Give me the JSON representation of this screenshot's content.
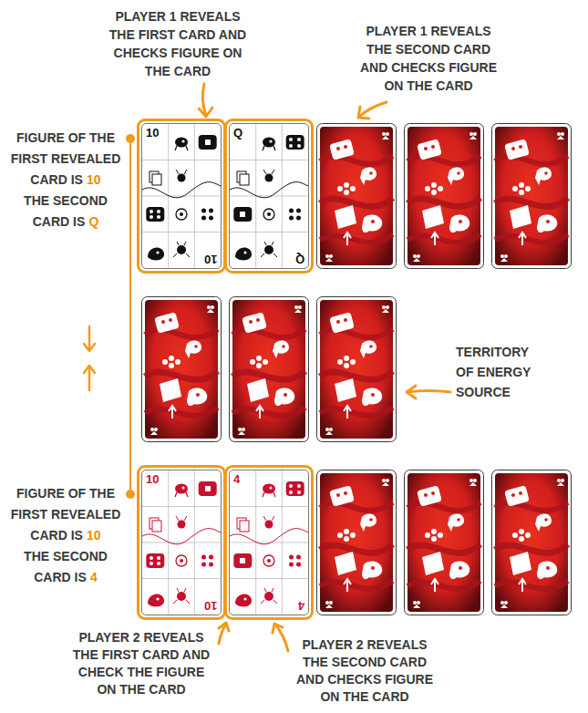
{
  "diagram": {
    "nodes": [
      {
        "text": [
          "10",
          "10"
        ]
      },
      {
        "text": [
          "Q",
          "Q"
        ]
      },
      {
        "text": [
          "10",
          "10"
        ]
      },
      {
        "text": [
          "4",
          "4"
        ]
      }
    ],
    "labels": [
      "PLAYER 1 REVEALS THE FIRST CARD AND CHECKS FIGURE ON THE CARD",
      "PLAYER 1 REVEALS THE SECOND CARD AND CHECKS FIGURE ON THE CARD",
      "FIGURE OF THE FIRST REVEALED CARD IS",
      "10",
      "THE SECOND CARD IS",
      "Q",
      "TERRITORY OF ENERGY SOURCE",
      "FIGURE OF THE FIRST REVEALED CARD IS",
      "10",
      "THE SECOND CARD IS",
      "4",
      "PLAYER 2 REVEALS THE FIRST CARD AND CHECK THE FIGURE ON THE CARD",
      "PLAYER 2 REVEALS THE SECOND CARD AND CHECKS FIGURE ON THE CARD"
    ]
  }
}
